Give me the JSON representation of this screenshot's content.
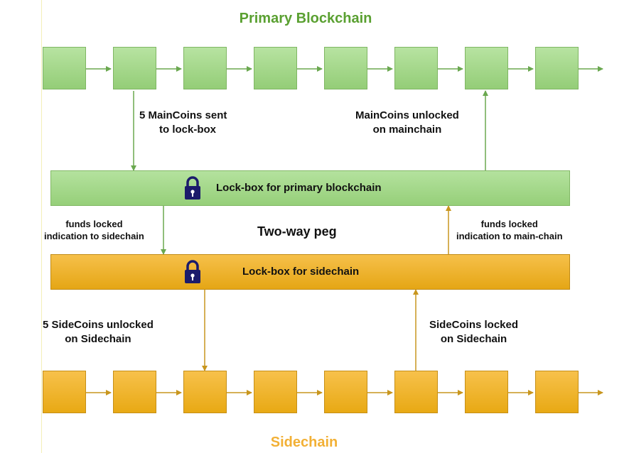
{
  "titles": {
    "primary": "Primary Blockchain",
    "sidechain": "Sidechain"
  },
  "lockboxes": {
    "primary": "Lock-box for primary blockchain",
    "sidechain": "Lock-box for sidechain"
  },
  "labels": {
    "sent_line1": "5 MainCoins sent",
    "sent_line2": "to lock-box",
    "unlocked_main_line1": "MainCoins unlocked",
    "unlocked_main_line2": "on mainchain",
    "funds_side_line1": "funds locked",
    "funds_side_line2": "indication to sidechain",
    "funds_main_line1": "funds locked",
    "funds_main_line2": "indication to main-chain",
    "side_unlocked_line1": "5 SideCoins unlocked",
    "side_unlocked_line2": "on Sidechain",
    "side_locked_line1": "SideCoins locked",
    "side_locked_line2": "on Sidechain",
    "peg": "Two-way peg"
  },
  "colors": {
    "green": "#6aa84f",
    "orange": "#c8961e",
    "green_title": "#5aa031",
    "orange_title": "#f2b035",
    "lock": "#1b1b6b"
  },
  "icons": {
    "lock": "padlock-icon"
  }
}
